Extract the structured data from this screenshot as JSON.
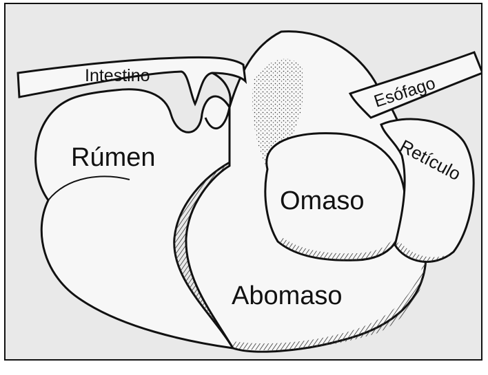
{
  "labels": {
    "intestine": "Intestino",
    "esophagus": "Esófago",
    "rumen": "Rúmen",
    "reticulum": "Retículo",
    "omasum": "Omaso",
    "abomasum": "Abomaso"
  },
  "colors": {
    "background": "#e9e9e9",
    "outline": "#111111",
    "organ_fill": "#f7f7f7",
    "hatch": "#444444"
  }
}
